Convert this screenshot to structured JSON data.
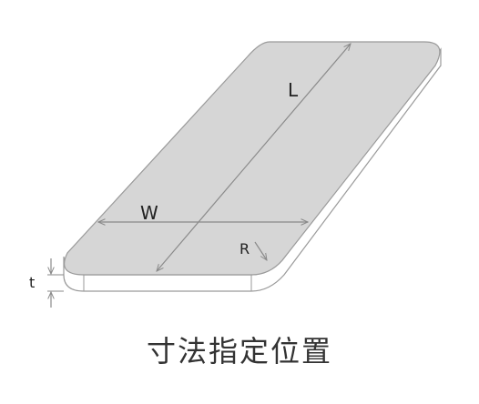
{
  "labels": {
    "length": "L",
    "width": "W",
    "radius": "R",
    "thickness": "t"
  },
  "caption": "寸法指定位置",
  "colors": {
    "plate_top": "#d6d6d6",
    "plate_edge": "#ffffff",
    "outline": "#9a9a9a",
    "dimension_line": "#8a8a8a",
    "text": "#222222"
  }
}
